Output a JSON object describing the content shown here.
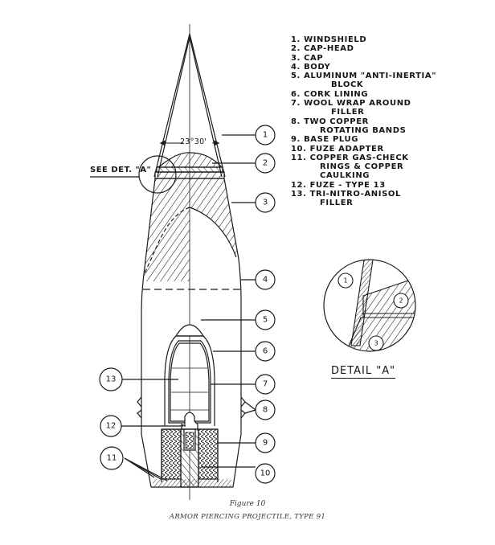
{
  "legend": {
    "items": [
      {
        "num": "1.",
        "label": "WINDSHIELD"
      },
      {
        "num": "2.",
        "label": "CAP-HEAD"
      },
      {
        "num": "3.",
        "label": "CAP"
      },
      {
        "num": "4.",
        "label": "BODY"
      },
      {
        "num": "5.",
        "label": "ALUMINUM \"ANTI-INERTIA\"",
        "cont": "BLOCK"
      },
      {
        "num": "6.",
        "label": "CORK LINING"
      },
      {
        "num": "7.",
        "label": "WOOL WRAP AROUND",
        "cont": "FILLER"
      },
      {
        "num": "8.",
        "label": "TWO COPPER",
        "cont": "ROTATING BANDS"
      },
      {
        "num": "9.",
        "label": "BASE PLUG"
      },
      {
        "num": "10.",
        "label": "FUZE ADAPTER"
      },
      {
        "num": "11.",
        "label": "COPPER GAS-CHECK",
        "cont": "RINGS & COPPER",
        "cont2": "CAULKING"
      },
      {
        "num": "12.",
        "label": "FUZE - TYPE 13"
      },
      {
        "num": "13.",
        "label": "TRI-NITRO-ANISOL",
        "cont": "FILLER"
      }
    ]
  },
  "drawing": {
    "angle_label": "23°30'",
    "see_detail_label": "SEE DET. \"A\"",
    "callouts": [
      "1",
      "2",
      "3",
      "4",
      "5",
      "6",
      "7",
      "8",
      "9",
      "10",
      "11",
      "12",
      "13"
    ],
    "detail": {
      "title": "DETAIL \"A\"",
      "callouts": [
        "1",
        "2",
        "3"
      ]
    }
  },
  "caption": {
    "figure": "Figure 10",
    "title": "ARMOR PIERCING PROJECTILE, TYPE 91"
  }
}
